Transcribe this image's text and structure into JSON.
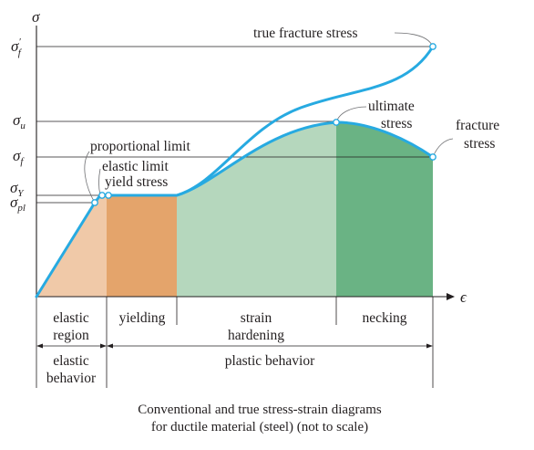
{
  "axes": {
    "y_symbol": "σ",
    "x_symbol": "ϵ",
    "stress_levels": [
      {
        "symbol": "σ",
        "prime": "′",
        "subscript": "f",
        "name": "true-fracture-stress-level"
      },
      {
        "symbol": "σ",
        "prime": "",
        "subscript": "u",
        "name": "ultimate-stress-level"
      },
      {
        "symbol": "σ",
        "prime": "",
        "subscript": "f",
        "name": "fracture-stress-level"
      },
      {
        "symbol": "σ",
        "prime": "",
        "subscript": "Y",
        "name": "yield-stress-level"
      },
      {
        "symbol": "σ",
        "prime": "",
        "subscript": "pl",
        "name": "proportional-limit-level"
      }
    ]
  },
  "annotations": {
    "true_fracture_stress": "true fracture stress",
    "ultimate_stress": [
      "ultimate",
      "stress"
    ],
    "fracture_stress": [
      "fracture",
      "stress"
    ],
    "proportional_limit": "proportional limit",
    "elastic_limit": "elastic limit",
    "yield_stress": "yield stress"
  },
  "regions": [
    {
      "label": [
        "elastic",
        "region"
      ],
      "color": "#f0c9a8",
      "name": "elastic-region"
    },
    {
      "label": [
        "yielding"
      ],
      "color": "#e4a46b",
      "name": "yielding-region"
    },
    {
      "label": [
        "strain",
        "hardening"
      ],
      "color": "#b5d7bd",
      "name": "strain-hardening-region"
    },
    {
      "label": [
        "necking"
      ],
      "color": "#6ab384",
      "name": "necking-region"
    }
  ],
  "behaviors": [
    {
      "label": [
        "elastic",
        "behavior"
      ],
      "name": "elastic-behavior"
    },
    {
      "label": [
        "plastic behavior"
      ],
      "name": "plastic-behavior"
    }
  ],
  "caption": [
    "Conventional and true stress-strain diagrams",
    "for ductile material (steel) (not to scale)"
  ],
  "colors": {
    "curve": "#27aae1",
    "axis": "#231f20",
    "leader": "#6d6e71"
  }
}
